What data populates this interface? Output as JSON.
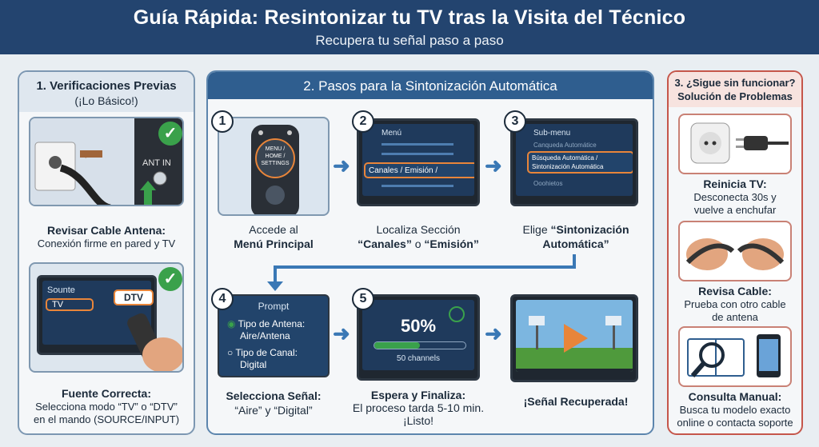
{
  "header": {
    "title": "Guía Rápida: Resintonizar tu TV tras la Visita del Técnico",
    "subtitle": "Recupera tu señal paso a paso"
  },
  "section1": {
    "title": "1. Verificaciones Previas",
    "subtitle": "(¡Lo Básico!)",
    "ant_in": "ANT IN",
    "item1": {
      "title": "Revisar Cable Antena:",
      "desc": "Conexión firme en pared y TV"
    },
    "item2": {
      "screen_title": "Sounte",
      "tv_label": "TV",
      "dtv_label": "DTV",
      "title": "Fuente Correcta:",
      "desc_line1": "Selecciona modo “TV” o “DTV”",
      "desc_line2": "en el mando (SOURCE/INPUT)"
    }
  },
  "section2": {
    "title": "2. Pasos para la Sintonización Automática",
    "step1": {
      "number": "1",
      "remote_btn": "MENU / HOME / SETTINGS",
      "line1": "Accede al",
      "line2": "Menú Principal"
    },
    "step2": {
      "number": "2",
      "menu_title": "Menú",
      "highlight": "Canales / Emisión /",
      "line1": "Localiza Sección",
      "line2_a": "“Canales”",
      "line2_b": " o ",
      "line2_c": "“Emisión”"
    },
    "step3": {
      "number": "3",
      "menu_title": "Sub-menu",
      "item1": "Canqueda Automátice",
      "highlight_line1": "Búsqueda Automática /",
      "highlight_line2": "Sintonización Automática",
      "item3": "Ooohietos",
      "line1_a": "Elige ",
      "line1_b": "“Sintonización",
      "line2": "Automática”"
    },
    "step4": {
      "number": "4",
      "prompt_title": "Prompt",
      "opt1_line1": "Tipo de Antena:",
      "opt1_line2": "Aire/Antena",
      "opt2_line1": "Tipo de Canal:",
      "opt2_line2": "Digital",
      "line1": "Selecciona Señal:",
      "line2": "“Aire” y “Digital”"
    },
    "step5": {
      "number": "5",
      "percent": "50%",
      "channels": "50 channels",
      "progress": 0.5,
      "line1": "Espera y Finaliza:",
      "line2": "El proceso tarda 5-10 min.",
      "line3": "¡Listo!"
    },
    "step6": {
      "line1": "¡Señal Recuperada!"
    }
  },
  "section3": {
    "title_line1": "3. ¿Sigue sin funcionar?",
    "title_line2": "Solución de Problemas",
    "item1": {
      "title": "Reinicia TV:",
      "desc_line1": "Desconecta 30s y",
      "desc_line2": "vuelve a enchufar"
    },
    "item2": {
      "title": "Revisa Cable:",
      "desc_line1": "Prueba con otro cable",
      "desc_line2": "de antena"
    },
    "item3": {
      "title": "Consulta Manual:",
      "desc_line1": "Busca tu modelo exacto",
      "desc_line2": "online o contacta soporte"
    }
  },
  "colors": {
    "header": "#23446f",
    "accent": "#3a78b5",
    "highlight": "#e8853a",
    "check": "#3aa14b",
    "alert": "#c5564a"
  }
}
